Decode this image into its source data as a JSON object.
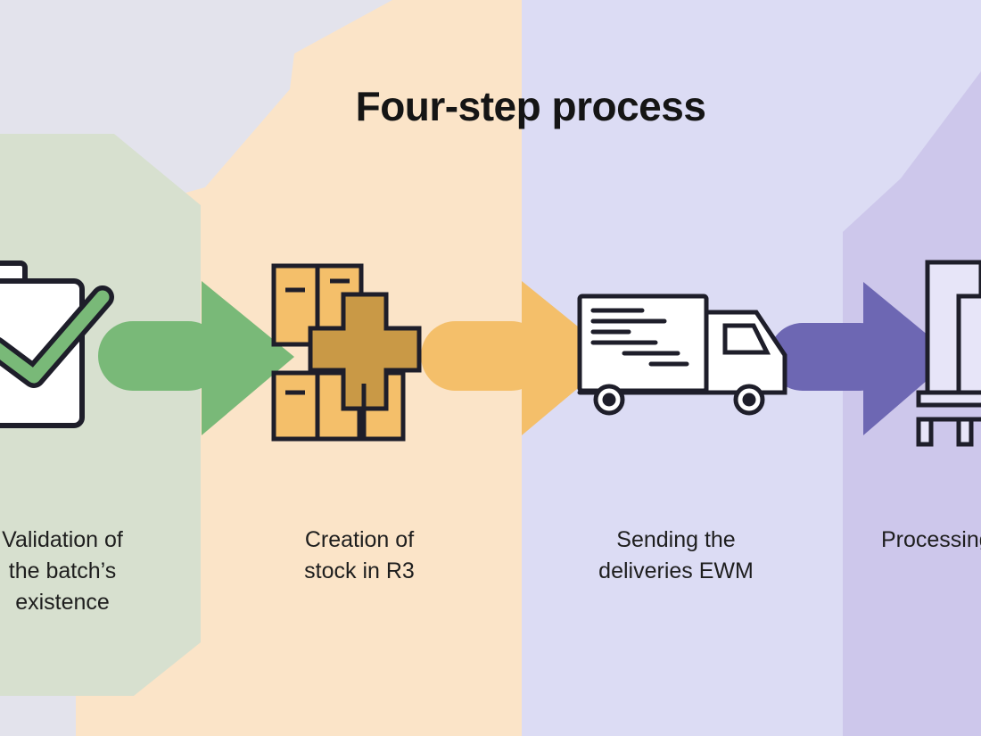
{
  "title": "Four-step process",
  "colors": {
    "background": "#e3e3ec",
    "step1": "#79b978",
    "step2": "#f4bf6a",
    "step3": "#6d67b3",
    "panel_green": "#d7e0cf",
    "panel_peach": "#fbe4c8",
    "panel_lavender": "#dcdcf4",
    "panel_purple": "#cdc7eb",
    "outline": "#1e1e2a"
  },
  "steps": [
    {
      "icon": "clipboard-check-icon",
      "line1": "Validation of",
      "line2": "the batch’s",
      "line3": "existence"
    },
    {
      "icon": "boxes-plus-icon",
      "line1": "Creation of",
      "line2": "stock in R3"
    },
    {
      "icon": "delivery-truck-icon",
      "line1": "Sending the",
      "line2": "deliveries EWM"
    },
    {
      "icon": "pallet-boxes-icon",
      "line1": "Processing"
    }
  ]
}
